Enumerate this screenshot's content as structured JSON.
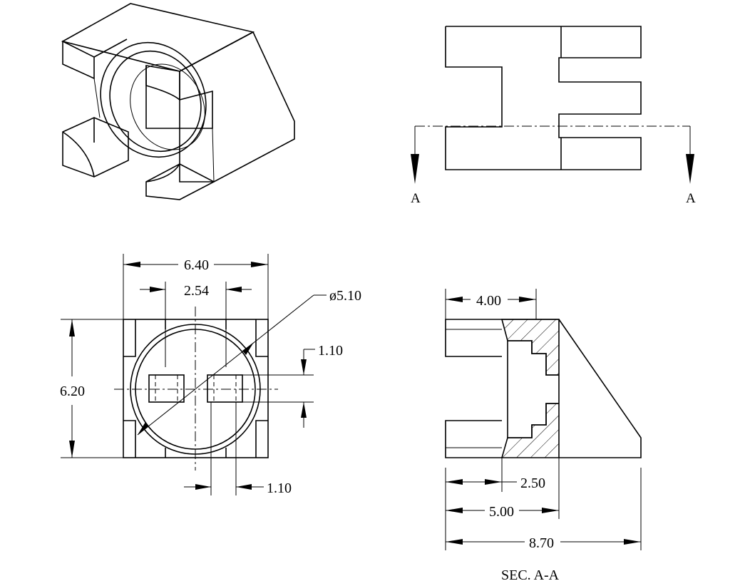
{
  "views": {
    "isometric": "isometric-view",
    "top": "top-view",
    "front": "front-view",
    "section": "section-view"
  },
  "section_marks": {
    "left": "A",
    "right": "A"
  },
  "dimensions": {
    "width": "6.40",
    "pitch": "2.54",
    "diameter": "ø5.10",
    "height": "6.20",
    "slot_v": "1.10",
    "slot_h": "1.10",
    "sec_top": "4.00",
    "sec_mid": "2.50",
    "sec_inner": "5.00",
    "sec_total": "8.70"
  },
  "section_title": "SEC. A-A"
}
